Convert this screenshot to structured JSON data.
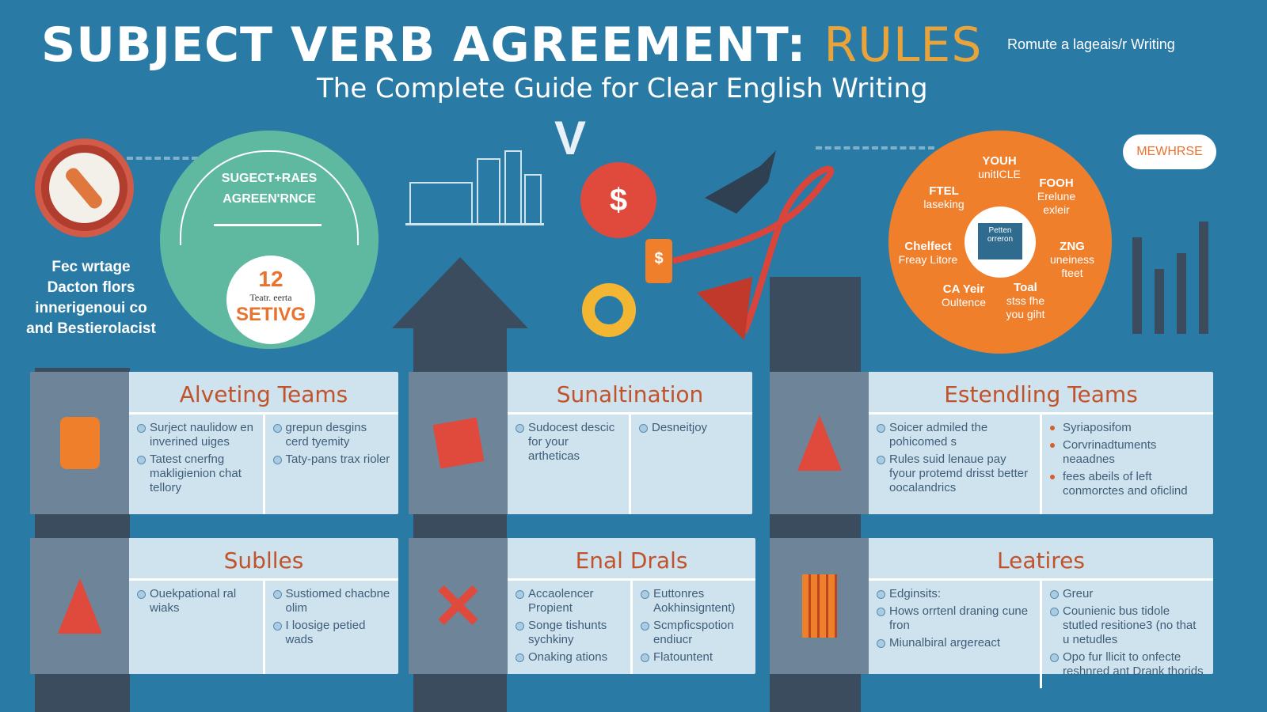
{
  "header": {
    "title": "SUBJECT VERB AGREEMENT:",
    "title_accent": "RULES",
    "subtitle": "The Complete Guide for Clear English Writing",
    "tagline": "Romute a lageais/r Writing"
  },
  "left_block": {
    "text": [
      "Fec wrtage",
      "Dacton flors",
      "innerigenoui co",
      "and Bestierolacist"
    ]
  },
  "teal_circle": {
    "heading_1": "SUGECT+RAES",
    "heading_2": "AGREEN'RNCE",
    "number": "12",
    "caption": "Teatr. eerta",
    "word": "SETIVG"
  },
  "orange_circle": {
    "center": "Petten orreron",
    "segments": [
      {
        "t": "YOUH",
        "s": "unitICLE"
      },
      {
        "t": "FOOH",
        "s": "Erelune exleir"
      },
      {
        "t": "ZNG",
        "s": "uneiness fteet"
      },
      {
        "t": "Toal",
        "s": "stss fhe you giht"
      },
      {
        "t": "CA Yeir",
        "s": "Oultence"
      },
      {
        "t": "Chelfect",
        "s": "Freay Litore"
      },
      {
        "t": "FTEL",
        "s": "laseking"
      }
    ]
  },
  "cloud_label": "MEWHRSE",
  "colors": {
    "bg": "#2a7aa6",
    "accent": "#e9a33b",
    "orange": "#f07f2c",
    "teal": "#5fb9a0",
    "card": "#cfe3ef",
    "heading": "#c2522a"
  },
  "cards": [
    {
      "title": "Alveting Teams",
      "icon": "shirt-icon",
      "col1": [
        "Surject naulidow en inverined uiges",
        "Tatest cnerfng makligienion chat tellory"
      ],
      "col2": [
        "grepun desgins cerd tyemity",
        "Taty-pans trax rioler"
      ]
    },
    {
      "title": "Sunaltination",
      "icon": "box-icon",
      "col1": [
        "Sudocest descic for your artheticas"
      ],
      "col2": [
        "Desneitjoy"
      ]
    },
    {
      "title": "Estendling Teams",
      "icon": "cone-icon",
      "col1": [
        "Soicer admiled the pohicomed s",
        "Rules suid lenaue pay fyour protemd drisst better oocalandrics"
      ],
      "col2": [
        "Syriaposifom",
        "Corvrinadtuments neaadnes",
        "fees abeils of left conmorctes and oficlind"
      ]
    },
    {
      "title": "Sublles",
      "icon": "cone-icon",
      "col1": [
        "Ouekpational ral wiaks"
      ],
      "col2": [
        "Sustiomed chacbne olim",
        "I loosige petied wads"
      ]
    },
    {
      "title": "Enal Drals",
      "icon": "x-icon",
      "col1": [
        "Accaolencer Propient",
        "Songe tishunts sychkiny",
        "Onaking ations"
      ],
      "col2": [
        "Euttonres Aokhinsigntent)",
        "Scmpficspotion endiucr",
        "Flatountent"
      ]
    },
    {
      "title": "Leatires",
      "icon": "bar-chart-icon",
      "col1": [
        "Edginsits:",
        "Hows orrtenl draning cune fron",
        "Miunalbiral argereact"
      ],
      "col2": [
        "Greur",
        "Counienic bus tidole stutled resitione3 (no that u netudles",
        "Opo fur llicit to onfecte reshnred ant Drank thorids"
      ]
    }
  ]
}
